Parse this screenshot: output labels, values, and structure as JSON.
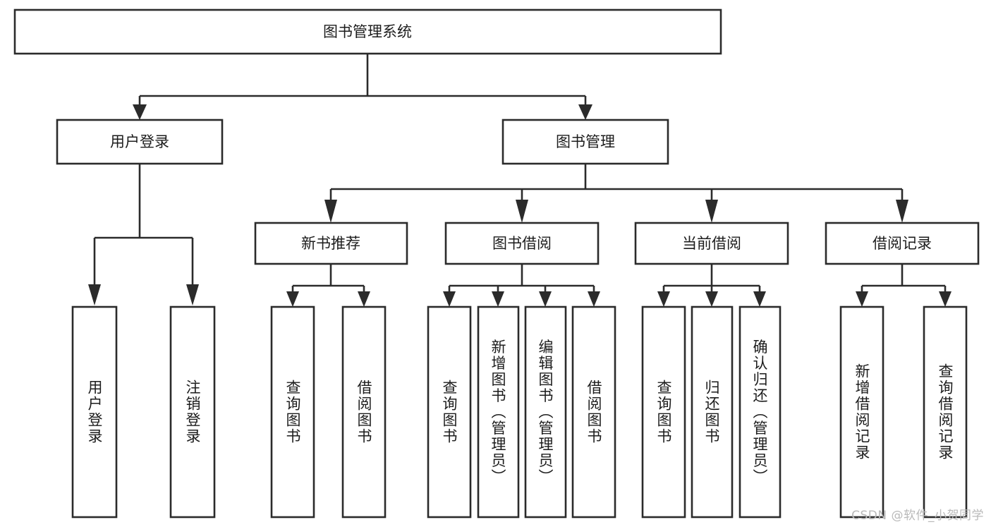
{
  "diagram": {
    "title": "图书管理系统",
    "type": "hierarchy-tree",
    "colors": {
      "box_fill": "#ffffff",
      "box_stroke": "#2b2b2b",
      "text": "#1c1c1c",
      "watermark": "#b9b9b9",
      "background": "#ffffff"
    },
    "levels": {
      "level1": [
        {
          "id": "root",
          "label": "图书管理系统"
        }
      ],
      "level2": [
        {
          "id": "user-login",
          "label": "用户登录",
          "parent": "root"
        },
        {
          "id": "book-manage",
          "label": "图书管理",
          "parent": "root"
        }
      ],
      "level3": [
        {
          "id": "new-book-rec",
          "label": "新书推荐",
          "parent": "book-manage"
        },
        {
          "id": "book-borrow",
          "label": "图书借阅",
          "parent": "book-manage"
        },
        {
          "id": "current-borrow",
          "label": "当前借阅",
          "parent": "book-manage"
        },
        {
          "id": "borrow-record",
          "label": "借阅记录",
          "parent": "book-manage"
        }
      ],
      "leaves": [
        {
          "id": "leaf-user-login",
          "label": "用户登录",
          "parent": "user-login"
        },
        {
          "id": "leaf-user-logout",
          "label": "注销登录",
          "parent": "user-login"
        },
        {
          "id": "leaf-query-book-rec",
          "label": "查询图书",
          "parent": "new-book-rec"
        },
        {
          "id": "leaf-borrow-book-rec",
          "label": "借阅图书",
          "parent": "new-book-rec"
        },
        {
          "id": "leaf-query-book-borrow",
          "label": "查询图书",
          "parent": "book-borrow"
        },
        {
          "id": "leaf-add-book",
          "label": "新增图书（管理员）",
          "parent": "book-borrow"
        },
        {
          "id": "leaf-edit-book",
          "label": "编辑图书（管理员）",
          "parent": "book-borrow"
        },
        {
          "id": "leaf-borrow-book",
          "label": "借阅图书",
          "parent": "book-borrow"
        },
        {
          "id": "leaf-query-book-cur",
          "label": "查询图书",
          "parent": "current-borrow"
        },
        {
          "id": "leaf-return-book",
          "label": "归还图书",
          "parent": "current-borrow"
        },
        {
          "id": "leaf-confirm-return",
          "label": "确认归还（管理员）",
          "parent": "current-borrow"
        },
        {
          "id": "leaf-add-record",
          "label": "新增借阅记录",
          "parent": "borrow-record"
        },
        {
          "id": "leaf-query-record",
          "label": "查询借阅记录",
          "parent": "borrow-record"
        }
      ]
    }
  },
  "watermark": {
    "text": "CSDN @软件_小贺同学"
  }
}
